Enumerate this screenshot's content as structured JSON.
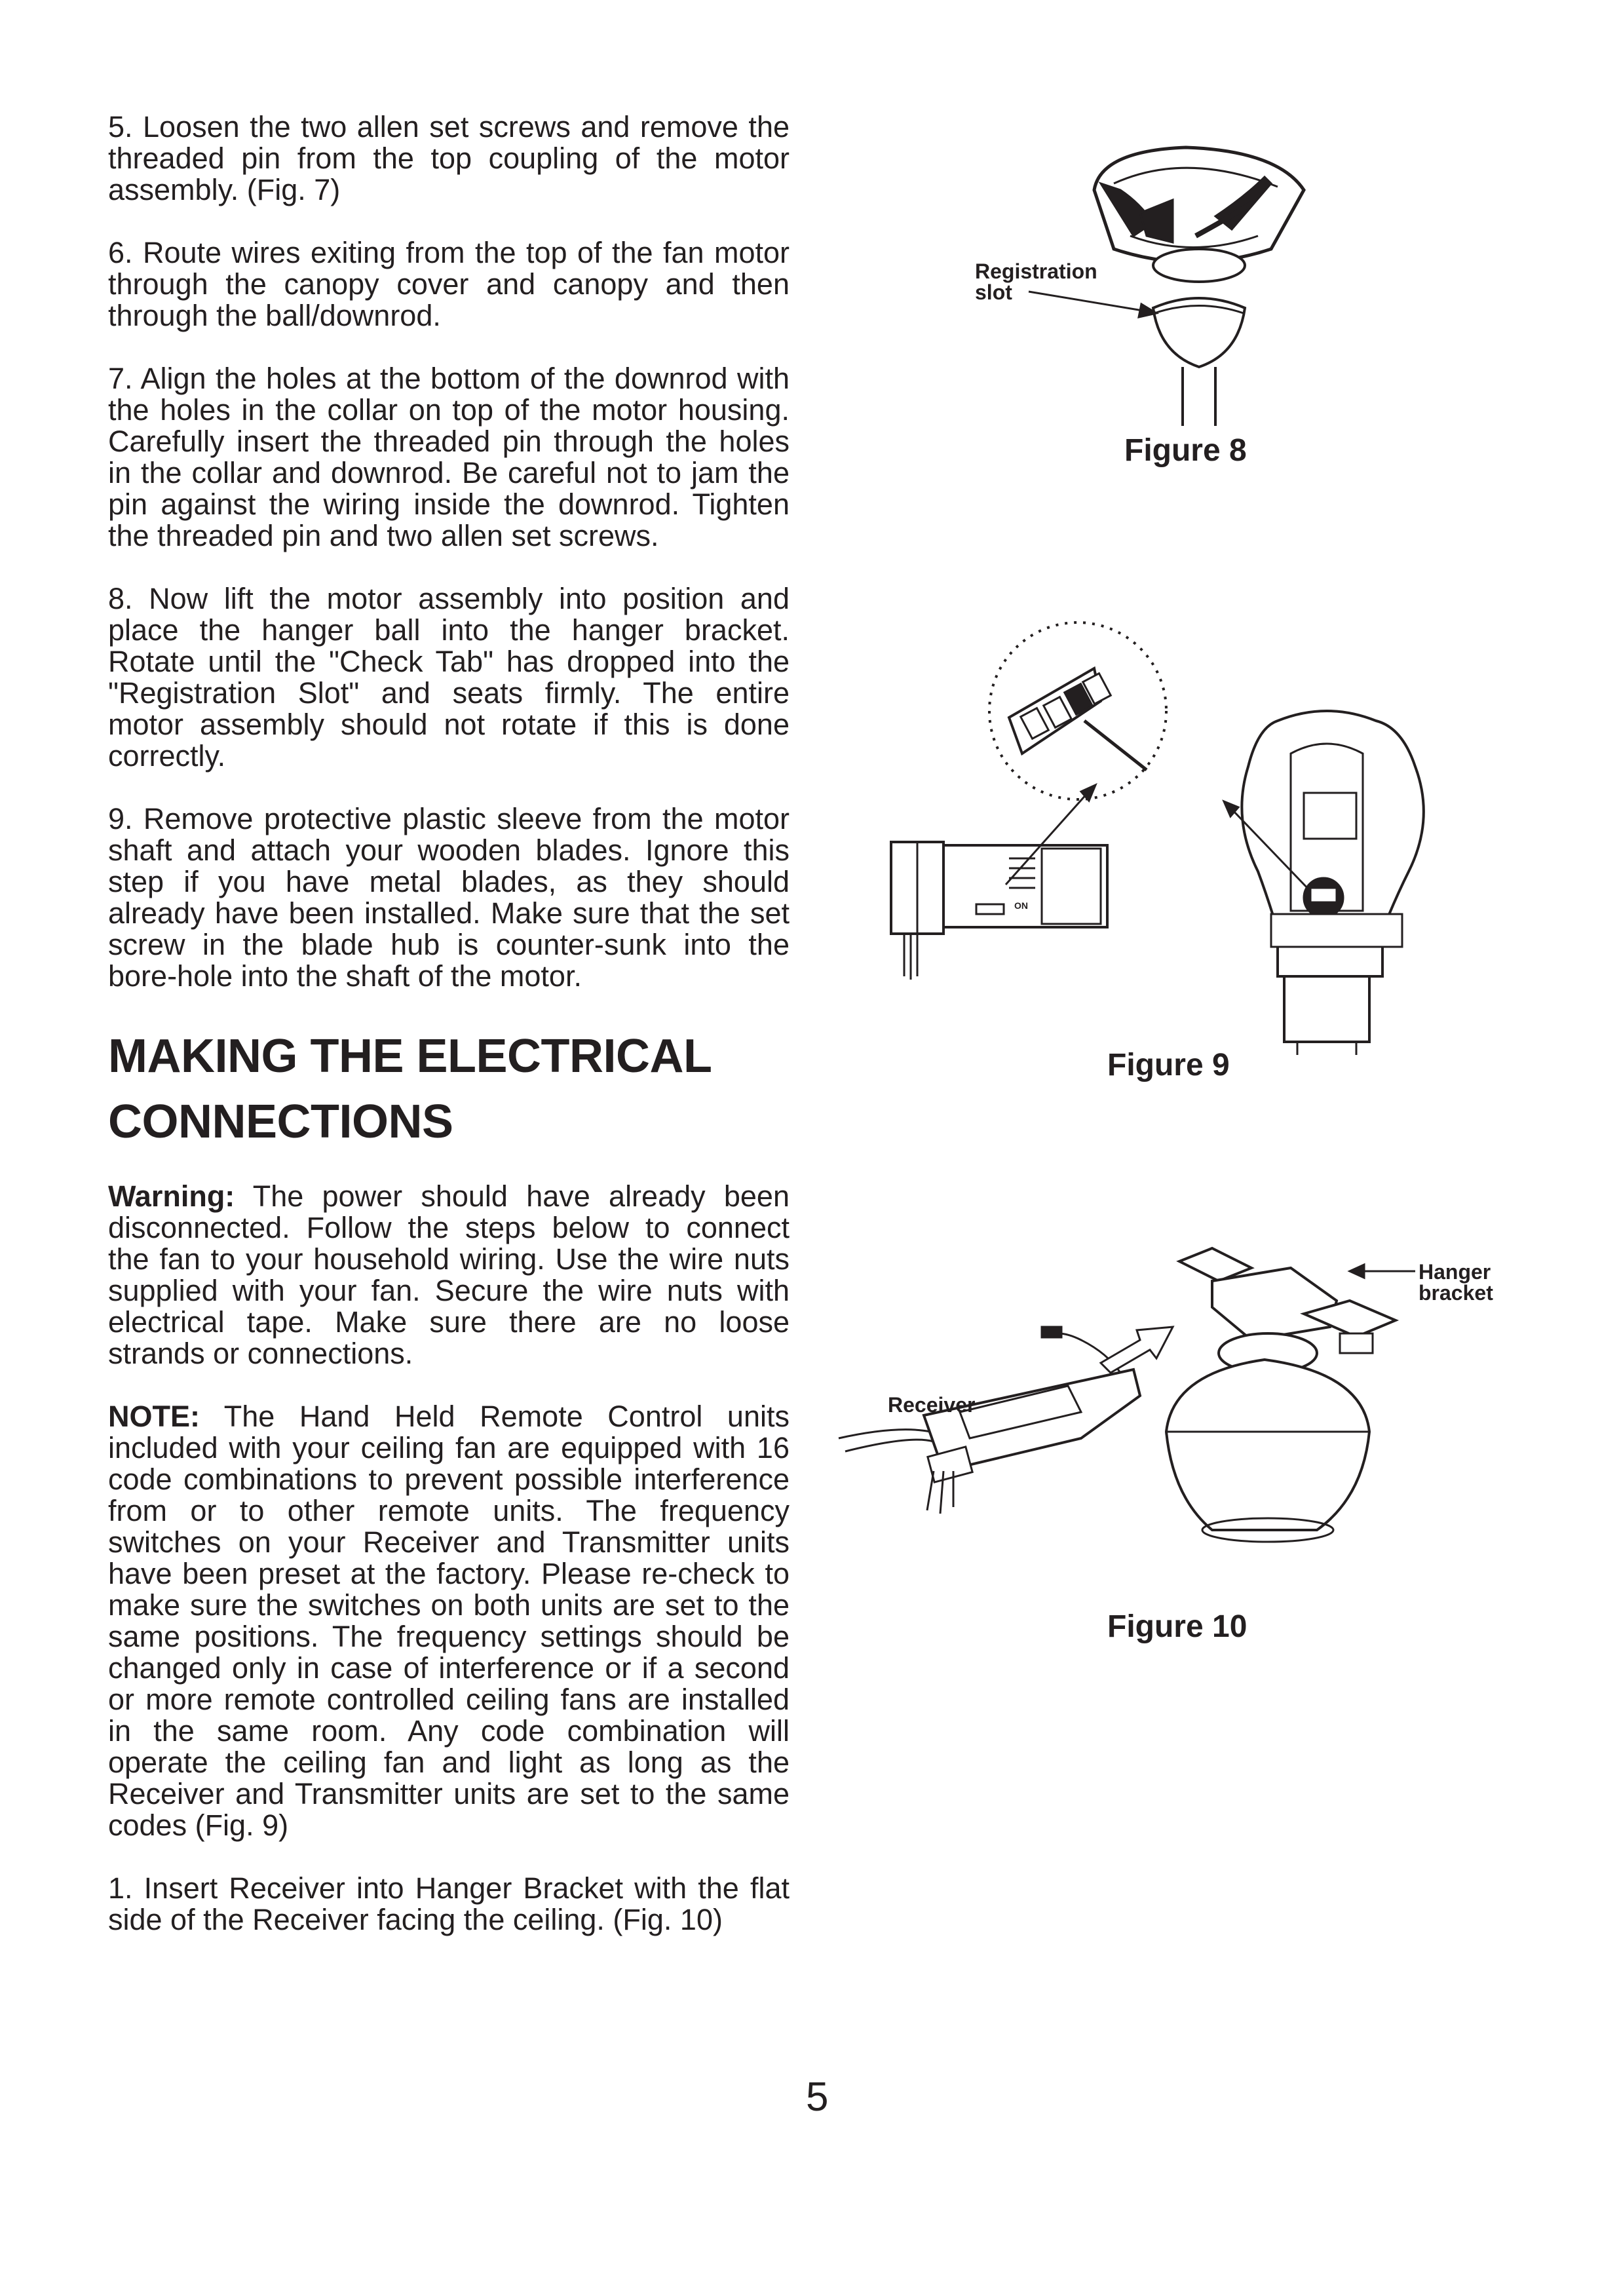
{
  "left_column": {
    "p5": "5. Loosen the two allen set screws and remove the threaded pin from the top coupling of the motor assembly. (Fig. 7)",
    "p6": "6. Route wires exiting from the top of the fan motor through the canopy cover and canopy and then through the ball/downrod.",
    "p7": "7. Align the holes at the bottom of the downrod with the holes in the collar on top of the motor housing. Carefully insert the threaded pin through the holes in the collar and downrod. Be careful not to jam the pin against the wiring inside the downrod. Tighten the threaded pin and two allen set screws.",
    "p8": "8. Now lift the motor assembly into position and place the hanger ball into the hanger bracket. Rotate until the \"Check Tab\" has dropped into the \"Registration Slot\" and seats firmly. The entire motor assembly should not rotate if this is done correctly.",
    "p9": "9. Remove protective plastic sleeve from the motor shaft and attach your wooden blades. Ignore this step if you have metal blades, as they should already have been installed. Make sure that the set screw in the blade hub is counter-sunk into the bore-hole into the shaft of the motor.",
    "heading_line1": "MAKING THE ELECTRICAL",
    "heading_line2": "CONNECTIONS",
    "warning_label": "Warning:",
    "warning_text": " The power should have already been disconnected. Follow the steps below to connect the fan to your household wiring. Use the wire nuts supplied with your fan. Secure the wire nuts with electrical tape. Make sure there are no loose strands or connections.",
    "note_label": "NOTE:",
    "note_text": " The Hand Held Remote Control units included with your ceiling fan are equipped with 16 code combinations to prevent possible interference from or to other remote units. The frequency switches on your Receiver and Transmitter units have been preset at the factory. Please re-check to make sure the switches on both units are set to the same positions. The frequency settings should be changed only in case of interference or if a second or more remote controlled ceiling fans are installed in the same room. Any code combination will operate the ceiling fan and light as long as the Receiver and Transmitter units are set to the same codes (Fig. 9)",
    "p1": "1. Insert Receiver into Hanger Bracket with the flat side of the Receiver facing the ceiling. (Fig. 10)"
  },
  "figures": {
    "fig8": {
      "caption": "Figure 8",
      "label_line1": "Registration",
      "label_line2": "slot"
    },
    "fig9": {
      "caption": "Figure 9",
      "switch_label": "ON"
    },
    "fig10": {
      "caption": "Figure 10",
      "receiver_label": "Receiver",
      "hanger_line1": "Hanger",
      "hanger_line2": "bracket"
    }
  },
  "page_number": "5"
}
